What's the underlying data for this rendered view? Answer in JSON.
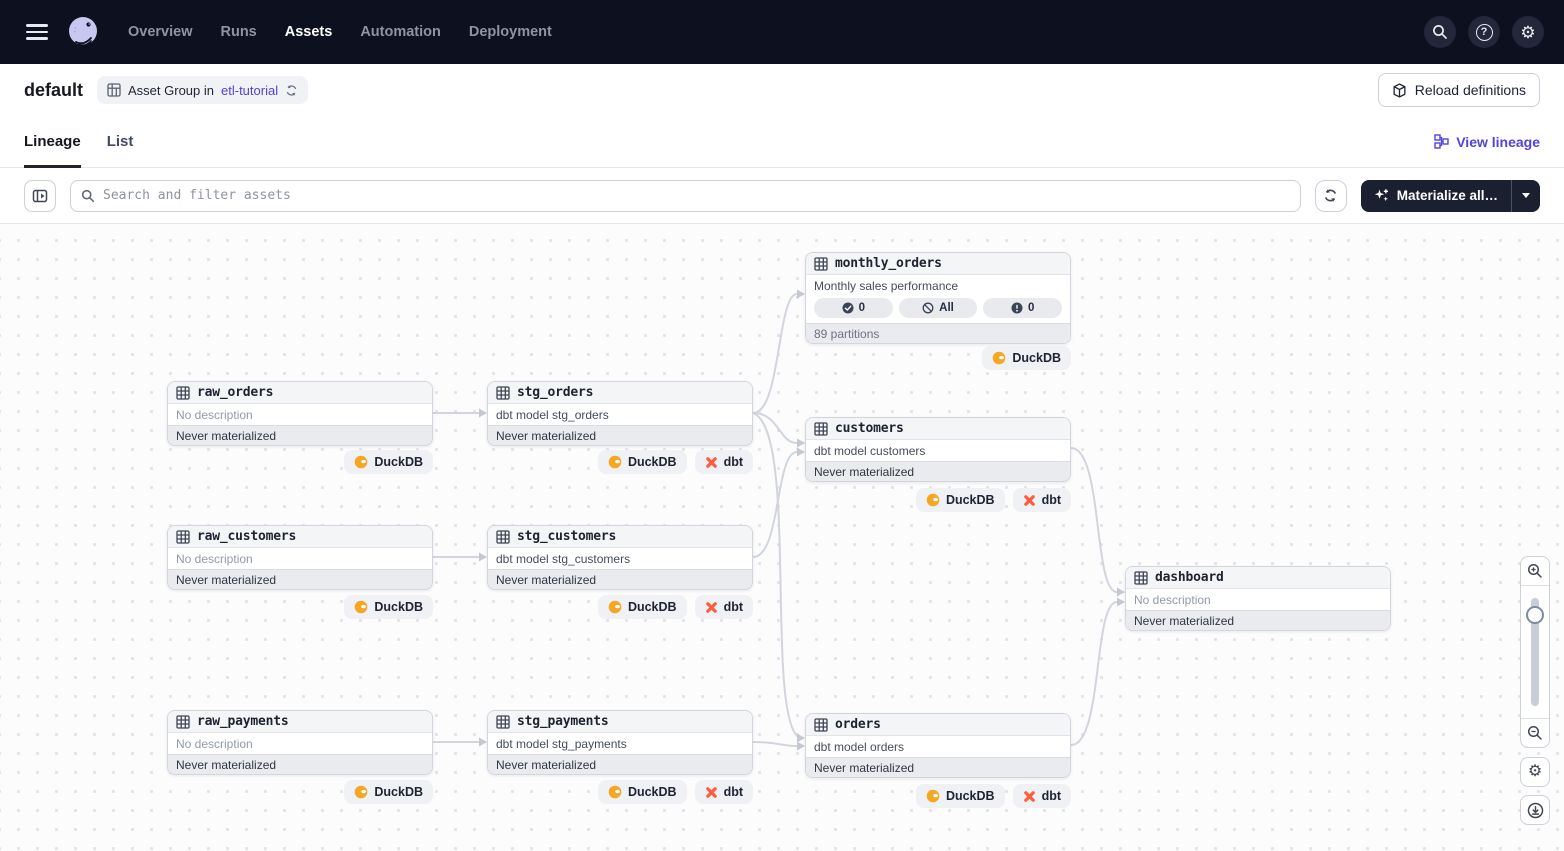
{
  "topnav": {
    "nav_items": [
      {
        "label": "Overview",
        "active": false
      },
      {
        "label": "Runs",
        "active": false
      },
      {
        "label": "Assets",
        "active": true
      },
      {
        "label": "Automation",
        "active": false
      },
      {
        "label": "Deployment",
        "active": false
      }
    ],
    "icons": [
      "menu-icon",
      "dagster-logo",
      "search-icon",
      "help-icon",
      "gear-icon"
    ]
  },
  "header": {
    "title": "default",
    "group_badge": {
      "text": "Asset Group in",
      "link": "etl-tutorial"
    },
    "reload_button": "Reload definitions"
  },
  "tabs": {
    "items": [
      {
        "label": "Lineage",
        "active": true
      },
      {
        "label": "List",
        "active": false
      }
    ],
    "view_lineage": "View lineage"
  },
  "toolbar": {
    "search_placeholder": "Search and filter assets",
    "materialize_label": "Materialize all…"
  },
  "canvas": {
    "nodes": [
      {
        "title": "monthly_orders",
        "description": "Monthly sales performance",
        "pills": [
          {
            "icon": "check-circle-icon",
            "label": "0"
          },
          {
            "icon": "slash-circle-icon",
            "label": "All"
          },
          {
            "icon": "alert-circle-icon",
            "label": "0"
          }
        ],
        "footer": "89 partitions",
        "tags": [
          "DuckDB"
        ]
      },
      {
        "title": "raw_orders",
        "description": "No description",
        "footer": "Never materialized",
        "tags": [
          "DuckDB"
        ]
      },
      {
        "title": "stg_orders",
        "description": "dbt model stg_orders",
        "footer": "Never materialized",
        "tags": [
          "DuckDB",
          "dbt"
        ]
      },
      {
        "title": "customers",
        "description": "dbt model customers",
        "footer": "Never materialized",
        "tags": [
          "DuckDB",
          "dbt"
        ]
      },
      {
        "title": "raw_customers",
        "description": "No description",
        "footer": "Never materialized",
        "tags": [
          "DuckDB"
        ]
      },
      {
        "title": "stg_customers",
        "description": "dbt model stg_customers",
        "footer": "Never materialized",
        "tags": [
          "DuckDB",
          "dbt"
        ]
      },
      {
        "title": "dashboard",
        "description": "No description",
        "footer": "Never materialized",
        "tags": []
      },
      {
        "title": "raw_payments",
        "description": "No description",
        "footer": "Never materialized",
        "tags": [
          "DuckDB"
        ]
      },
      {
        "title": "stg_payments",
        "description": "dbt model stg_payments",
        "footer": "Never materialized",
        "tags": [
          "DuckDB",
          "dbt"
        ]
      },
      {
        "title": "orders",
        "description": "dbt model orders",
        "footer": "Never materialized",
        "tags": [
          "DuckDB",
          "dbt"
        ]
      }
    ]
  },
  "colors": {
    "nav_bg": "#0c101f",
    "accent_link": "#4f43dd",
    "materialize_bg": "#1b2030",
    "duckdb_yellow": "#f5a623",
    "dbt_orange": "#ff5c3c",
    "edge": "#d2d5dc"
  }
}
